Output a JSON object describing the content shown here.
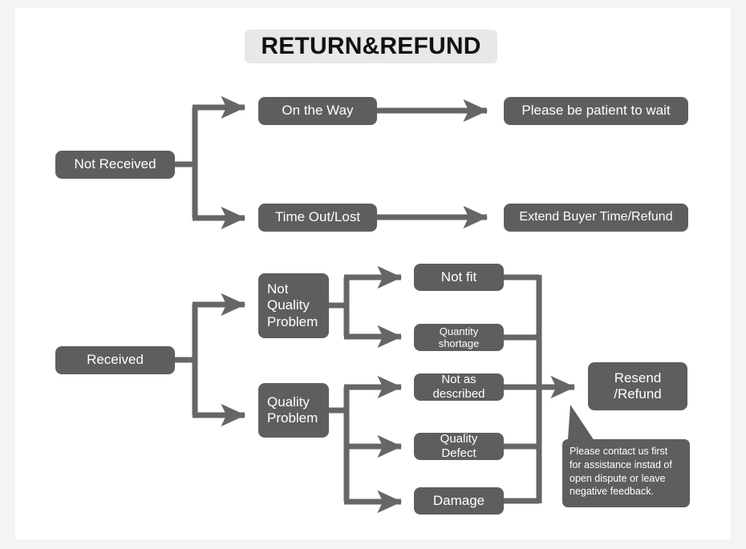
{
  "page": {
    "title": "RETURN&REFUND",
    "background": "#f4f4f4",
    "canvas_background": "#ffffff",
    "node_color": "#5e5e5e",
    "connector_color": "#666666",
    "title_chip_color": "#e8e8e8",
    "node_text_color": "#ffffff"
  },
  "nodes": {
    "not_received": "Not Received",
    "on_the_way": "On the Way",
    "please_wait": "Please be patient to wait",
    "time_out_lost": "Time Out/Lost",
    "extend_refund": "Extend Buyer Time/Refund",
    "received": "Received",
    "not_quality_problem": "Not\nQuality\nProblem",
    "quality_problem": "Quality\nProblem",
    "not_fit": "Not fit",
    "quantity_shortage": "Quantity shortage",
    "not_as_described": "Not as described",
    "quality_defect": "Quality Defect",
    "damage": "Damage",
    "resend_refund": "Resend\n/Refund"
  },
  "callout": {
    "text": "Please contact us first\nfor assistance instad of\nopen dispute or leave\nnegative feedback."
  },
  "flow": {
    "branches": [
      {
        "from": "Not Received",
        "to": [
          "On the Way",
          "Time Out/Lost"
        ]
      },
      {
        "from": "On the Way",
        "to": [
          "Please be patient to wait"
        ]
      },
      {
        "from": "Time Out/Lost",
        "to": [
          "Extend Buyer Time/Refund"
        ]
      },
      {
        "from": "Received",
        "to": [
          "Not Quality Problem",
          "Quality Problem"
        ]
      },
      {
        "from": "Not Quality Problem",
        "to": [
          "Not fit",
          "Quantity shortage"
        ]
      },
      {
        "from": "Quality Problem",
        "to": [
          "Not as described",
          "Quality Defect",
          "Damage"
        ]
      },
      {
        "from": [
          "Not fit",
          "Quantity shortage",
          "Not as described",
          "Quality Defect",
          "Damage"
        ],
        "to": [
          "Resend /Refund"
        ]
      }
    ]
  }
}
